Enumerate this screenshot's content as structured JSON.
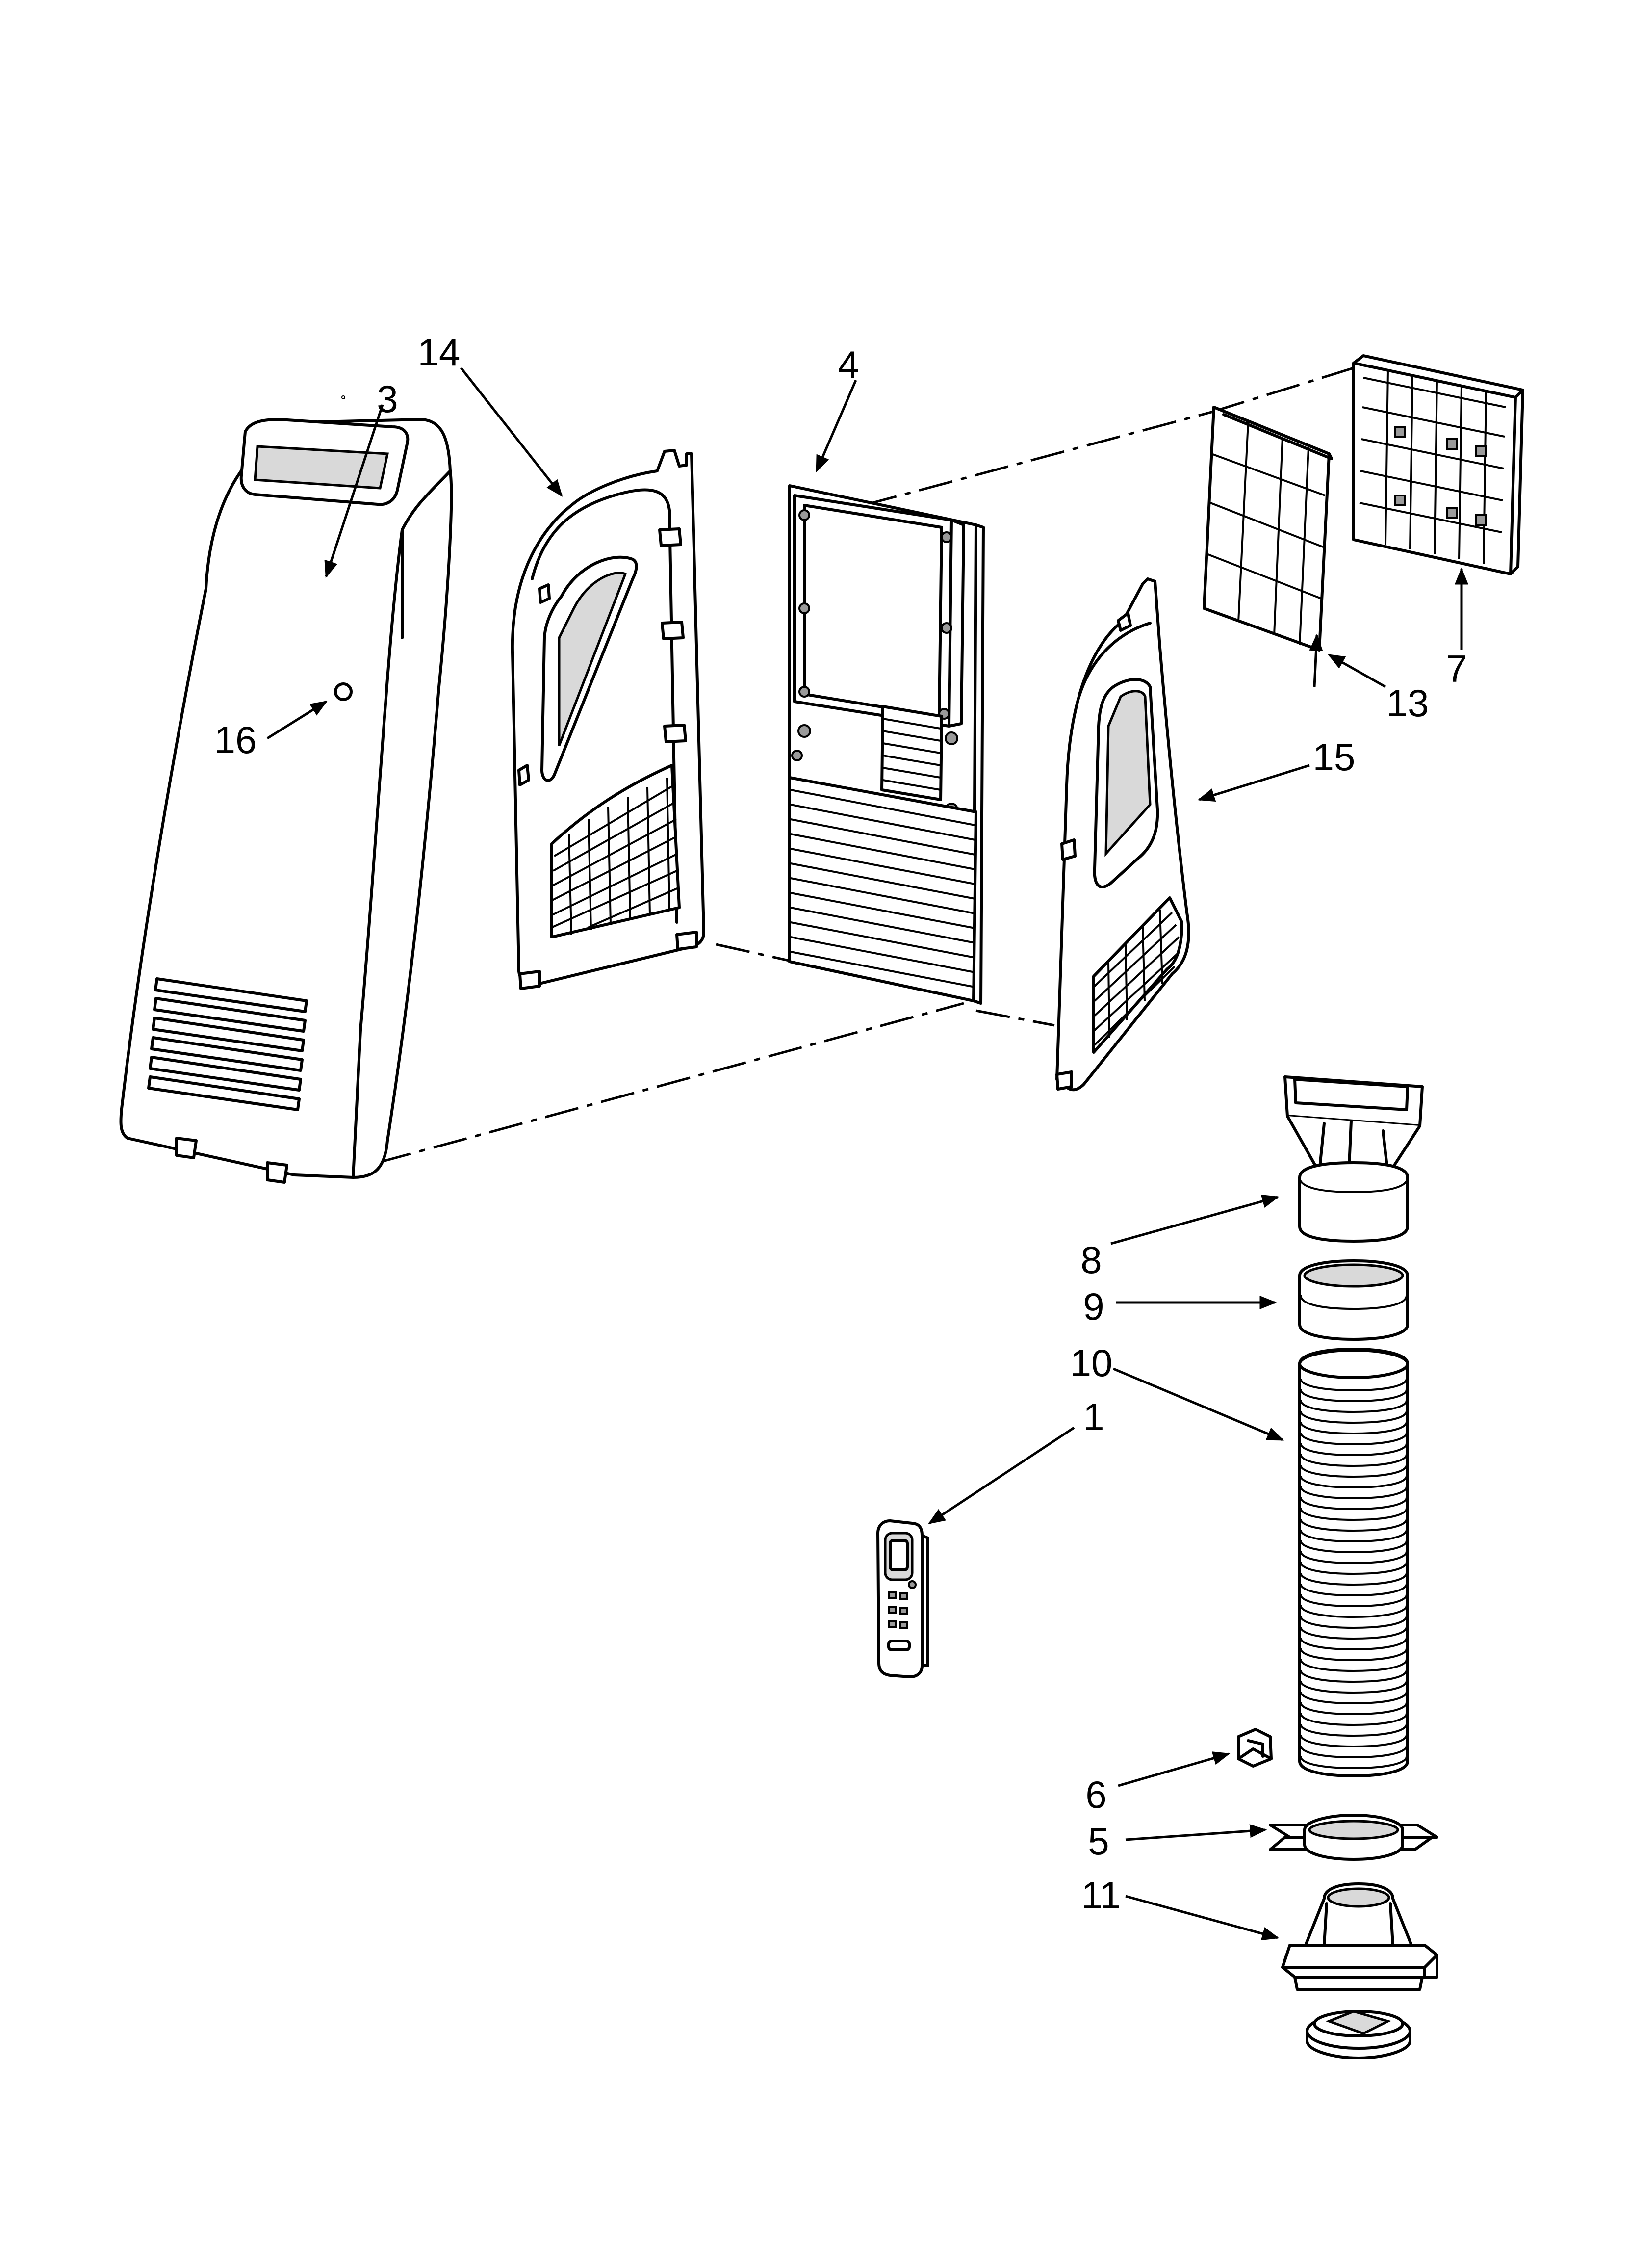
{
  "diagram": {
    "callouts": [
      {
        "id": "callout-1",
        "label": "1"
      },
      {
        "id": "callout-3",
        "label": "3"
      },
      {
        "id": "callout-4",
        "label": "4"
      },
      {
        "id": "callout-5",
        "label": "5"
      },
      {
        "id": "callout-6",
        "label": "6"
      },
      {
        "id": "callout-7",
        "label": "7"
      },
      {
        "id": "callout-8",
        "label": "8"
      },
      {
        "id": "callout-9",
        "label": "9"
      },
      {
        "id": "callout-10",
        "label": "10"
      },
      {
        "id": "callout-11",
        "label": "11"
      },
      {
        "id": "callout-13",
        "label": "13"
      },
      {
        "id": "callout-14",
        "label": "14"
      },
      {
        "id": "callout-15",
        "label": "15"
      },
      {
        "id": "callout-16",
        "label": "16"
      }
    ]
  }
}
